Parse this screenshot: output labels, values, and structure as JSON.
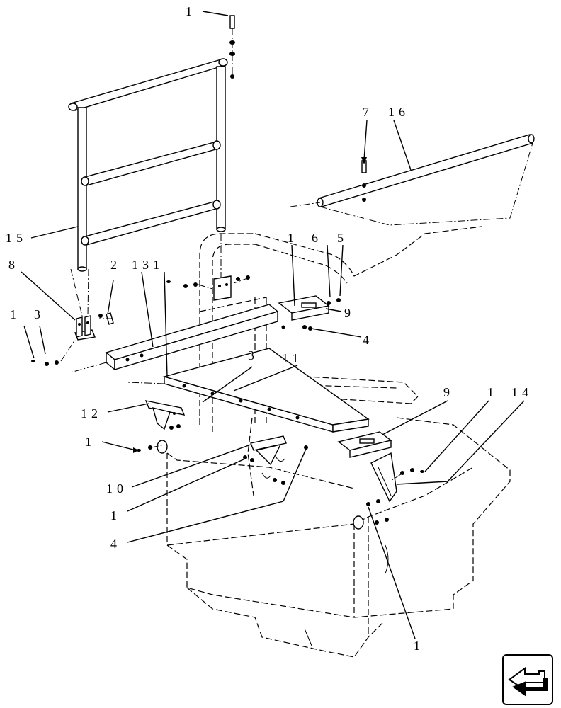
{
  "callouts": {
    "c1a": "1",
    "c7": "7",
    "c16": "16",
    "c15": "15",
    "c1b": "1",
    "c6": "6",
    "c5": "5",
    "c8": "8",
    "c2": "2",
    "c131": "131",
    "c9a": "9",
    "c4a": "4",
    "c1c": "1",
    "c3a": "3",
    "c3b": "3",
    "c11": "11",
    "c9b": "9",
    "c1d": "1",
    "c14": "14",
    "c12": "12",
    "c1e": "1",
    "c10": "10",
    "c1f": "1",
    "c4b": "4",
    "c1g": "1"
  },
  "nav": {
    "icon": "return-arrow-icon"
  }
}
